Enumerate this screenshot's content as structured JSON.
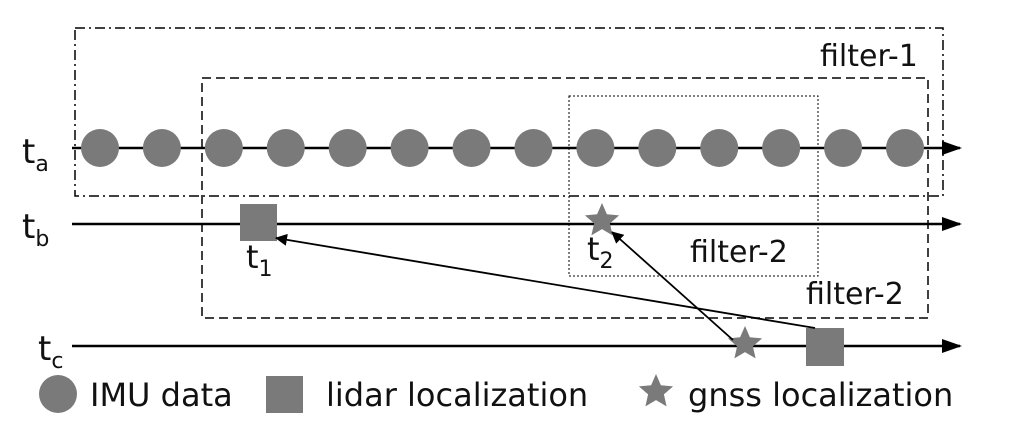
{
  "timelines": [
    {
      "base": "t",
      "sub": "a"
    },
    {
      "base": "t",
      "sub": "b"
    },
    {
      "base": "t",
      "sub": "c"
    }
  ],
  "filters": {
    "outer": "filter-1",
    "middle": "filter-2",
    "inner": "filter-2"
  },
  "time_markers": [
    {
      "base": "t",
      "sub": "1"
    },
    {
      "base": "t",
      "sub": "2"
    }
  ],
  "legend": {
    "imu": "IMU data",
    "lidar": "lidar localization",
    "gnss": "gnss localization"
  },
  "imu_sample_count": 14,
  "colors": {
    "marker": "#7a7a7a",
    "line": "#000000"
  }
}
